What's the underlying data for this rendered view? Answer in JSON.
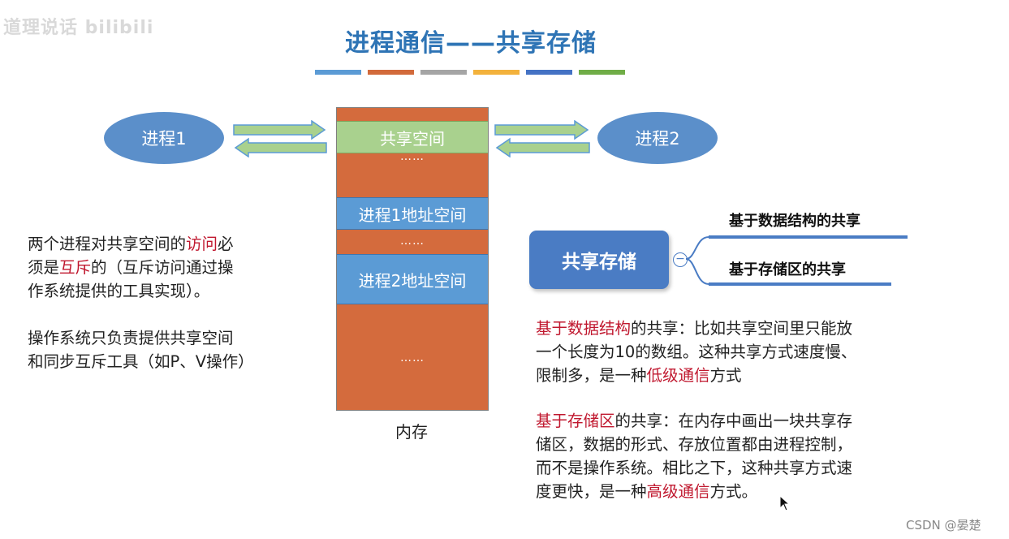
{
  "watermark": "道理说话 bilibili",
  "title": "进程通信——共享存储",
  "title_bar_colors": [
    "#5b9bd5",
    "#d26a3b",
    "#a5a5a5",
    "#f3b23c",
    "#4472c4",
    "#70ad47"
  ],
  "processes": {
    "p1": "进程1",
    "p2": "进程2"
  },
  "memory": {
    "shared_space": "共享空间",
    "dots1": "……",
    "p1_space": "进程1地址空间",
    "dots2": "……",
    "p2_space": "进程2地址空间",
    "dots3": "……",
    "label": "内存"
  },
  "left_notes": {
    "n1_a": "两个进程对共享空间的",
    "n1_b": "访问",
    "n1_c": "必",
    "n1_d": "须是",
    "n1_e": "互斥",
    "n1_f": "的（互斥访问通过操",
    "n1_g": "作系统提供的工具实现）。",
    "n2_a": "操作系统只负责提供共享空间",
    "n2_b": "和同步互斥工具（如P、V操作）"
  },
  "mindmap": {
    "root": "共享存储",
    "collapse": "−",
    "branch1": "基于数据结构的共享",
    "branch2": "基于存储区的共享"
  },
  "right_notes": {
    "p1_a": "基于数据结构",
    "p1_b": "的共享：比如共享空间里只能放",
    "p1_c": "一个长度为10的数组。这种共享方式速度慢、",
    "p1_d": "限制多，是一种",
    "p1_e": "低级通信",
    "p1_f": "方式",
    "p2_a": "基于存储区",
    "p2_b": "的共享：在内存中画出一块共享存",
    "p2_c": "储区，数据的形式、存放位置都由进程控制，",
    "p2_d": "而不是操作系统。相比之下，这种共享方式速",
    "p2_e": "度更快，是一种",
    "p2_f": "高级通信",
    "p2_g": "方式。"
  },
  "credit": "CSDN @晏楚",
  "colors": {
    "title": "#2e74b5",
    "highlight": "#c0182f",
    "memory": "#d46b3d",
    "shared_block": "#a9d18e",
    "addr_block": "#5b9bd5",
    "arrow_fill": "#a9d18e",
    "arrow_stroke": "#5b9bd5"
  }
}
